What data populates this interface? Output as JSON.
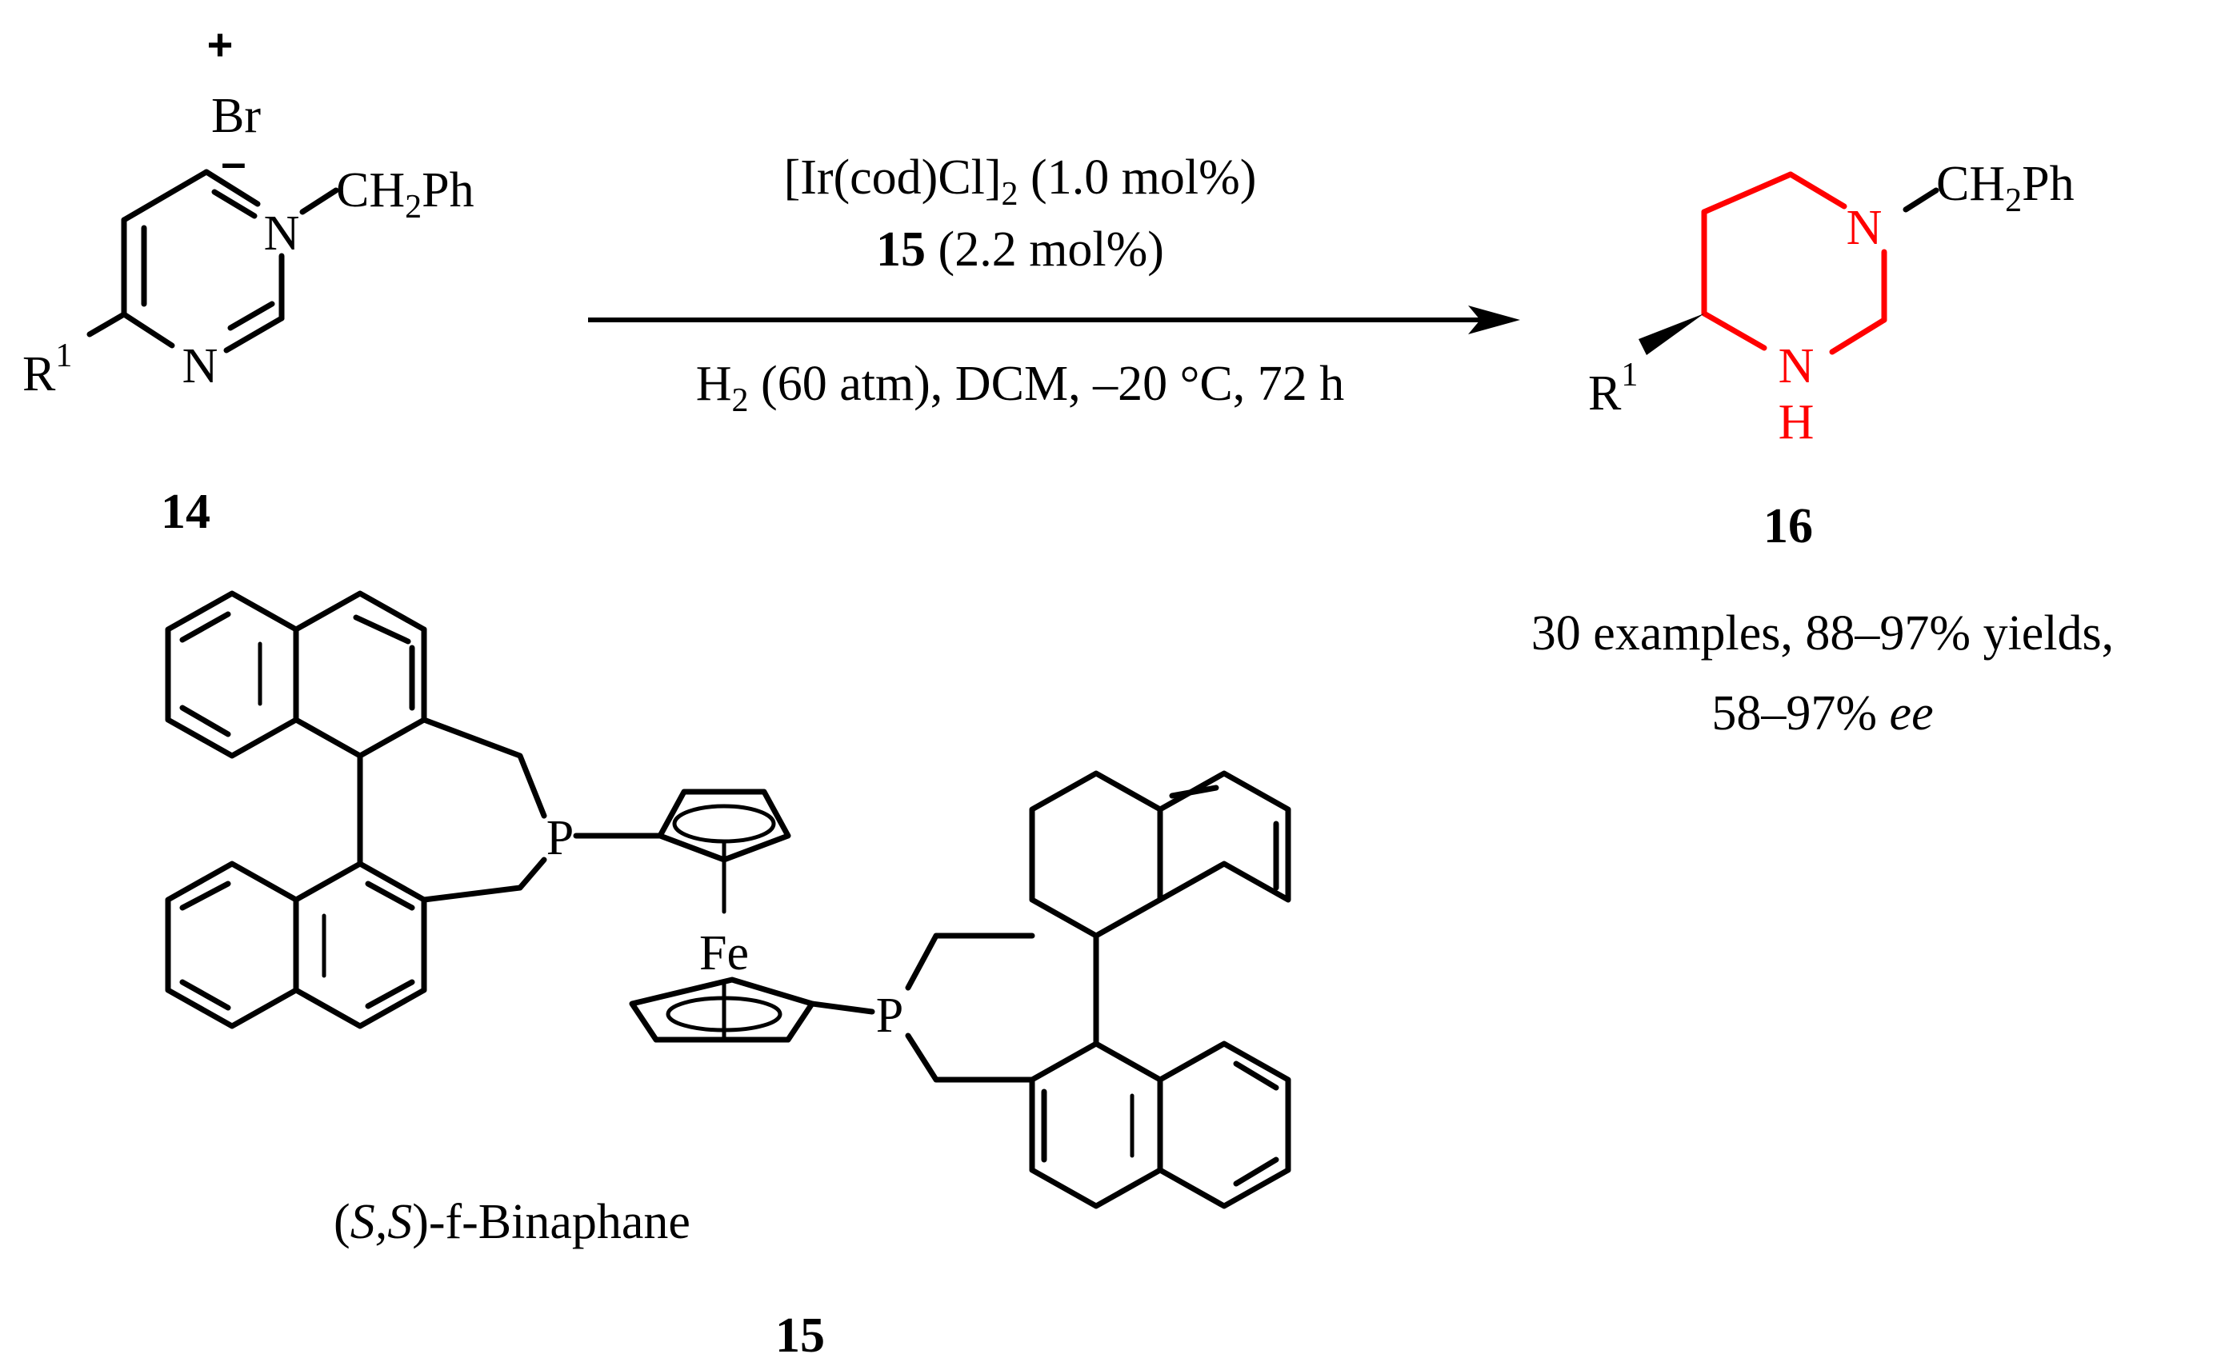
{
  "colors": {
    "ink": "#000000",
    "product_ring": "#ff0000"
  },
  "substrate": {
    "charge_plus": "+",
    "anion": "Br",
    "charge_minus": "–",
    "n1": "N",
    "n3": "N",
    "n_substituent": "CH",
    "n_substituent_sub": "2",
    "n_substituent_tail": "Ph",
    "r_group": "R",
    "r_group_sup": "1",
    "number": "14"
  },
  "conditions": {
    "catalyst": "[Ir(cod)Cl]",
    "catalyst_sub": "2",
    "catalyst_loading": " (1.0 mol%)",
    "ligand_number": "15",
    "ligand_loading": " (2.2 mol%)",
    "reagent": "H",
    "reagent_sub": "2",
    "reagent_tail": " (60 atm), DCM, –20 °C, 72 h"
  },
  "product": {
    "n1": "N",
    "n_substituent": "CH",
    "n_substituent_sub": "2",
    "n_substituent_tail": "Ph",
    "nh_n": "N",
    "nh_h": "H",
    "r_group": "R",
    "r_group_sup": "1",
    "number": "16",
    "scope_line1": "30 examples, 88–97% yields,",
    "scope_line2_a": "58–97% ",
    "scope_line2_b": "ee"
  },
  "ligand": {
    "p_upper": "P",
    "p_lower": "P",
    "metal": "Fe",
    "name_paren_open": "(",
    "name_stereo": "S,S",
    "name_paren_close": ")",
    "name_tail": "-f-Binaphane",
    "number": "15"
  }
}
